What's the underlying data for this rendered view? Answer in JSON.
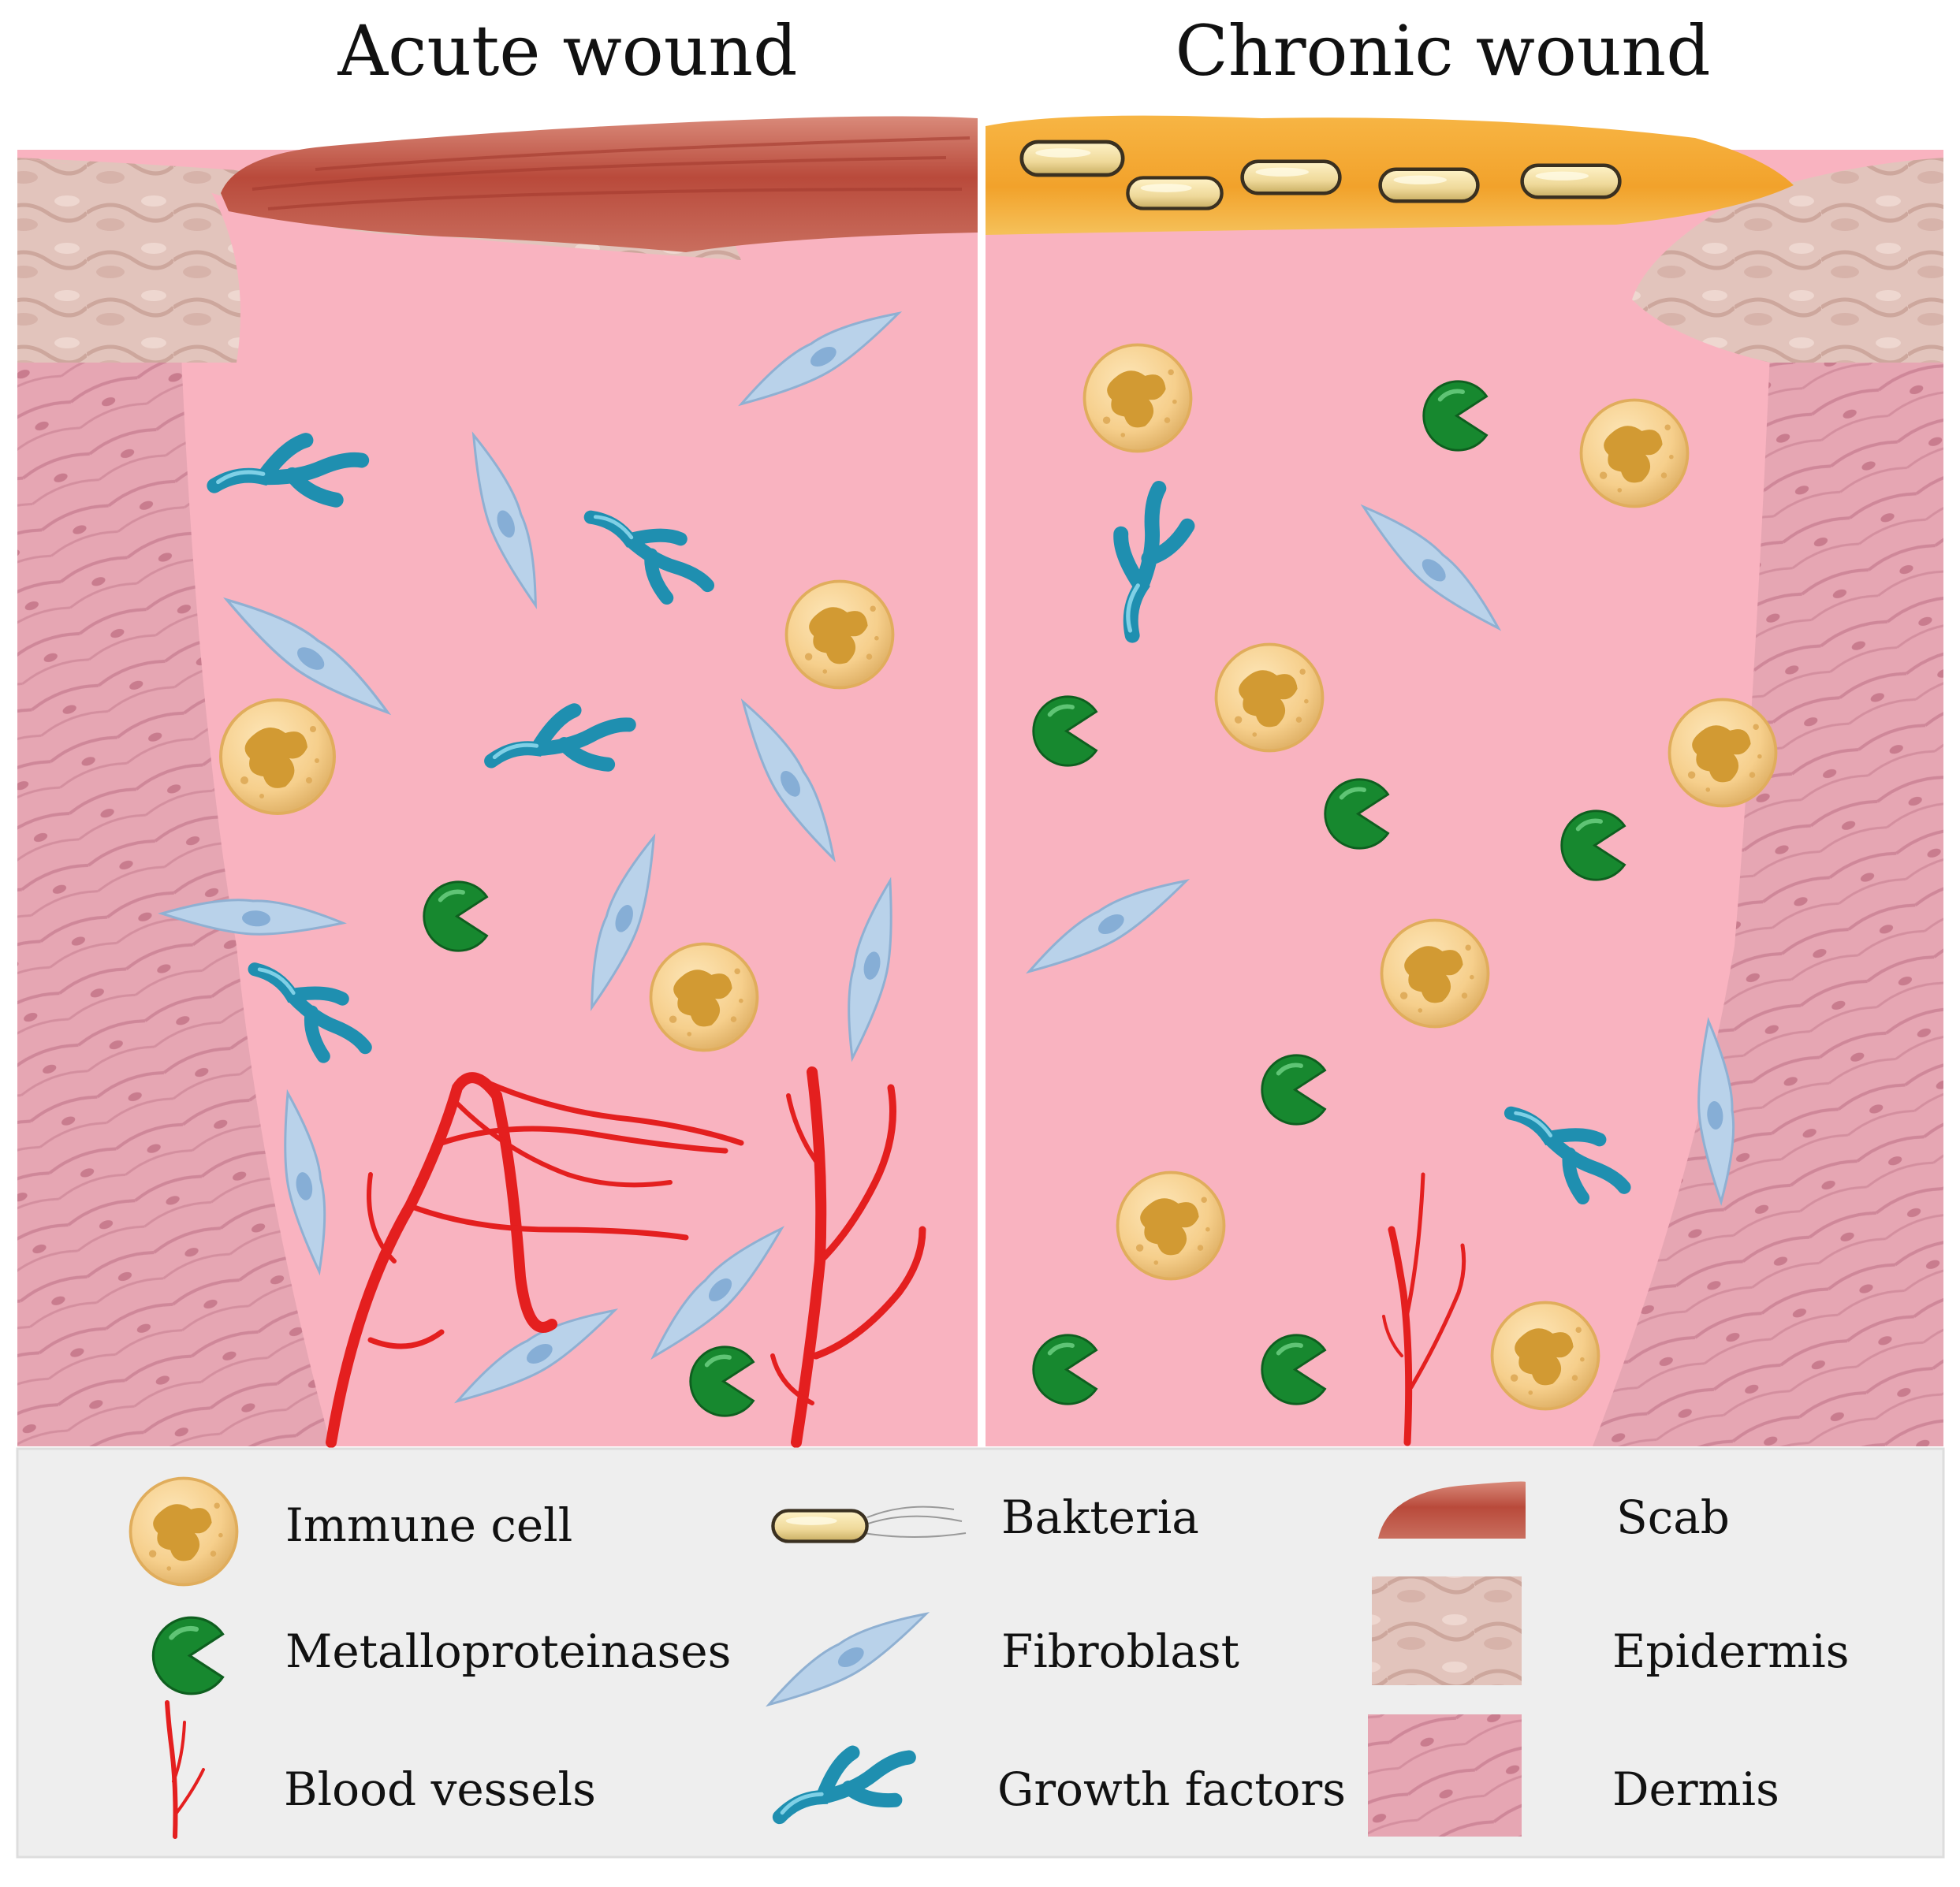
{
  "titles": {
    "left": "Acute wound",
    "right": "Chronic wound"
  },
  "legend": {
    "immune_cell": "Immune cell",
    "metalloproteinases": "Metalloproteinases",
    "blood_vessels": "Blood vessels",
    "bakteria": "Bakteria",
    "fibroblast": "Fibroblast",
    "growth_factors": "Growth factors",
    "scab": "Scab",
    "epidermis": "Epidermis",
    "dermis": "Dermis"
  },
  "colors": {
    "wound_bed": "#f9b3c0",
    "dermis": "#e6a6b3",
    "epidermis": "#e2c4bc",
    "scab": "#b94a3b",
    "exudate": "#f2a22b",
    "immune_cell": "#f6cf8c",
    "immune_nucleus": "#d29a33",
    "metalloproteinase": "#17882f",
    "fibroblast": "#b9d2ea",
    "growth_factor": "#1f8fb0",
    "blood_vessel": "#e41f1f",
    "bacteria": "#efd99a",
    "legend_bg": "#eeeeee"
  }
}
